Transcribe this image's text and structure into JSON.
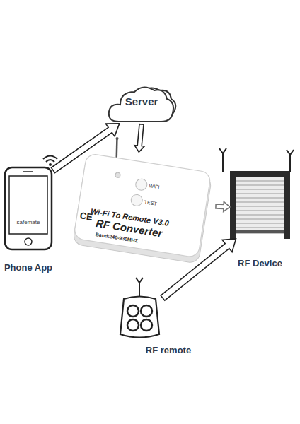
{
  "diagram": {
    "nodes": [
      {
        "text": [
          "Server"
        ]
      },
      {
        "text": [
          "safemate",
          "Phone App"
        ]
      },
      {
        "text": [
          "WIFI",
          "TEST",
          "Wi-Fi To Remote V3.0",
          "RF Converter",
          "CE",
          "Band:240-930MHZ"
        ]
      },
      {
        "text": [
          "RF Device"
        ]
      },
      {
        "text": [
          "RF remote"
        ]
      }
    ],
    "edges": [
      {
        "from": 1,
        "to": 0,
        "arrow": "to"
      },
      {
        "from": 0,
        "to": 2,
        "arrow": "to"
      },
      {
        "from": 2,
        "to": 3,
        "arrow": "to"
      },
      {
        "from": 4,
        "to": 3,
        "arrow": "to"
      }
    ]
  }
}
